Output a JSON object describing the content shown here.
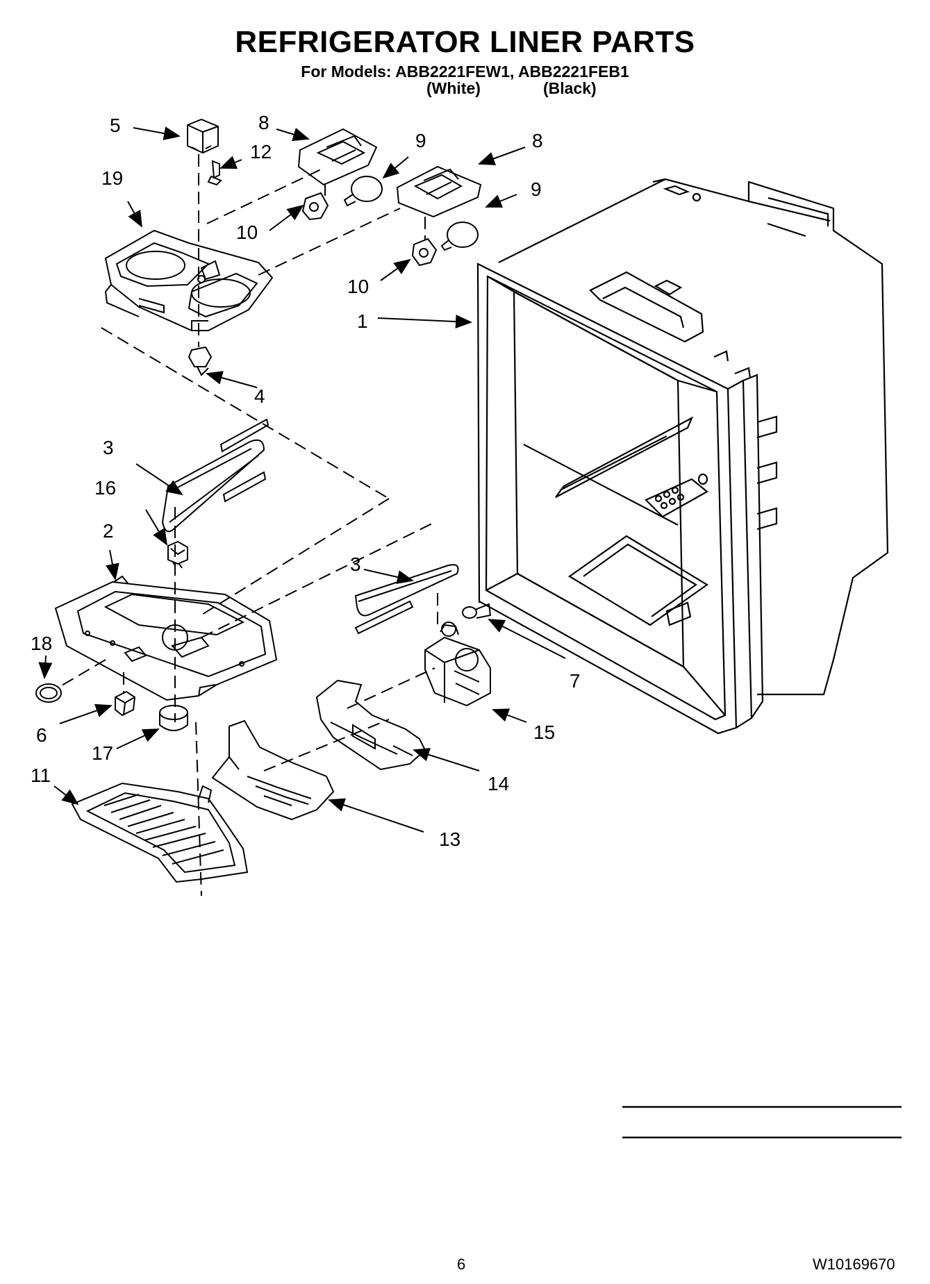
{
  "header": {
    "title": "REFRIGERATOR LINER PARTS",
    "models_line": "For Models: ABB2221FEW1, ABB2221FEB1",
    "variant_white": "(White)",
    "variant_black": "(Black)"
  },
  "callouts": {
    "c1": "1",
    "c2": "2",
    "c3a": "3",
    "c3b": "3",
    "c4": "4",
    "c5": "5",
    "c6": "6",
    "c7": "7",
    "c8a": "8",
    "c8b": "8",
    "c9a": "9",
    "c9b": "9",
    "c10a": "10",
    "c10b": "10",
    "c11": "11",
    "c12": "12",
    "c13": "13",
    "c14": "14",
    "c15": "15",
    "c16": "16",
    "c17": "17",
    "c18": "18",
    "c19": "19"
  },
  "footer": {
    "page_number": "6",
    "doc_number": "W10169670"
  }
}
